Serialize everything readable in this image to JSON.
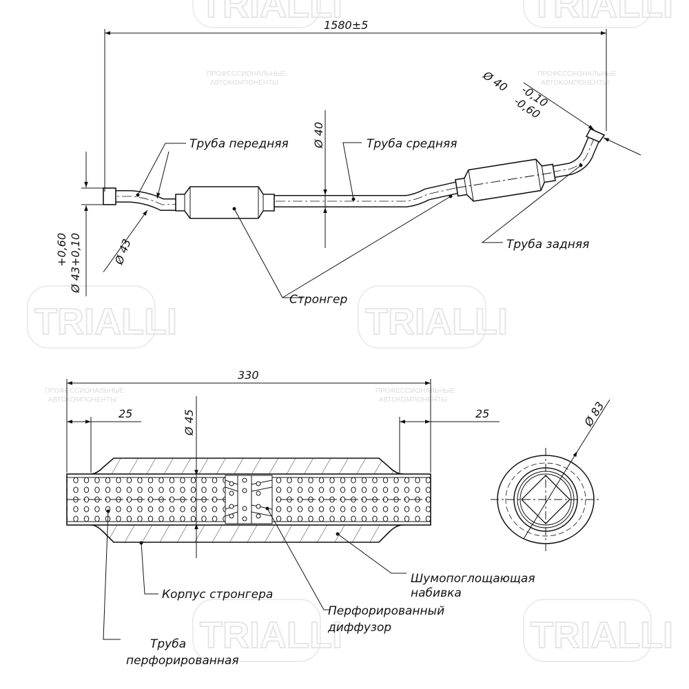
{
  "watermark": {
    "brand": "TRIALLI",
    "tagline_1": "ПРОФЕССИОНАЛЬНЫЕ",
    "tagline_2": "АВТОКОМПОНЕНТЫ"
  },
  "top_view": {
    "overall_length": "1580±5",
    "rear_diameter": "Ø 40",
    "rear_tolerance_upper": "-0,10",
    "rear_tolerance_lower": "-0,60",
    "middle_diameter": "Ø 40",
    "front_diameter": "Ø 43",
    "inlet_diameter": "Ø 43",
    "inlet_tolerance_upper": "+0,10",
    "inlet_tolerance_lower": "+0,60",
    "labels": {
      "front_pipe": "Труба передняя",
      "middle_pipe": "Труба средняя",
      "rear_pipe": "Труба задняя",
      "stronger": "Стронгер"
    }
  },
  "section_view": {
    "length": "330",
    "left_collar": "25",
    "right_collar": "25",
    "inner_diameter": "Ø 45",
    "outer_diameter": "Ø 83",
    "labels": {
      "absorbent_1": "Шумопоглощающая",
      "absorbent_2": "набивка",
      "body": "Корпус стронгера",
      "diffuser_1": "Перфорированный",
      "diffuser_2": "диффузор",
      "tube_1": "Труба",
      "tube_2": "перфорированная"
    }
  }
}
